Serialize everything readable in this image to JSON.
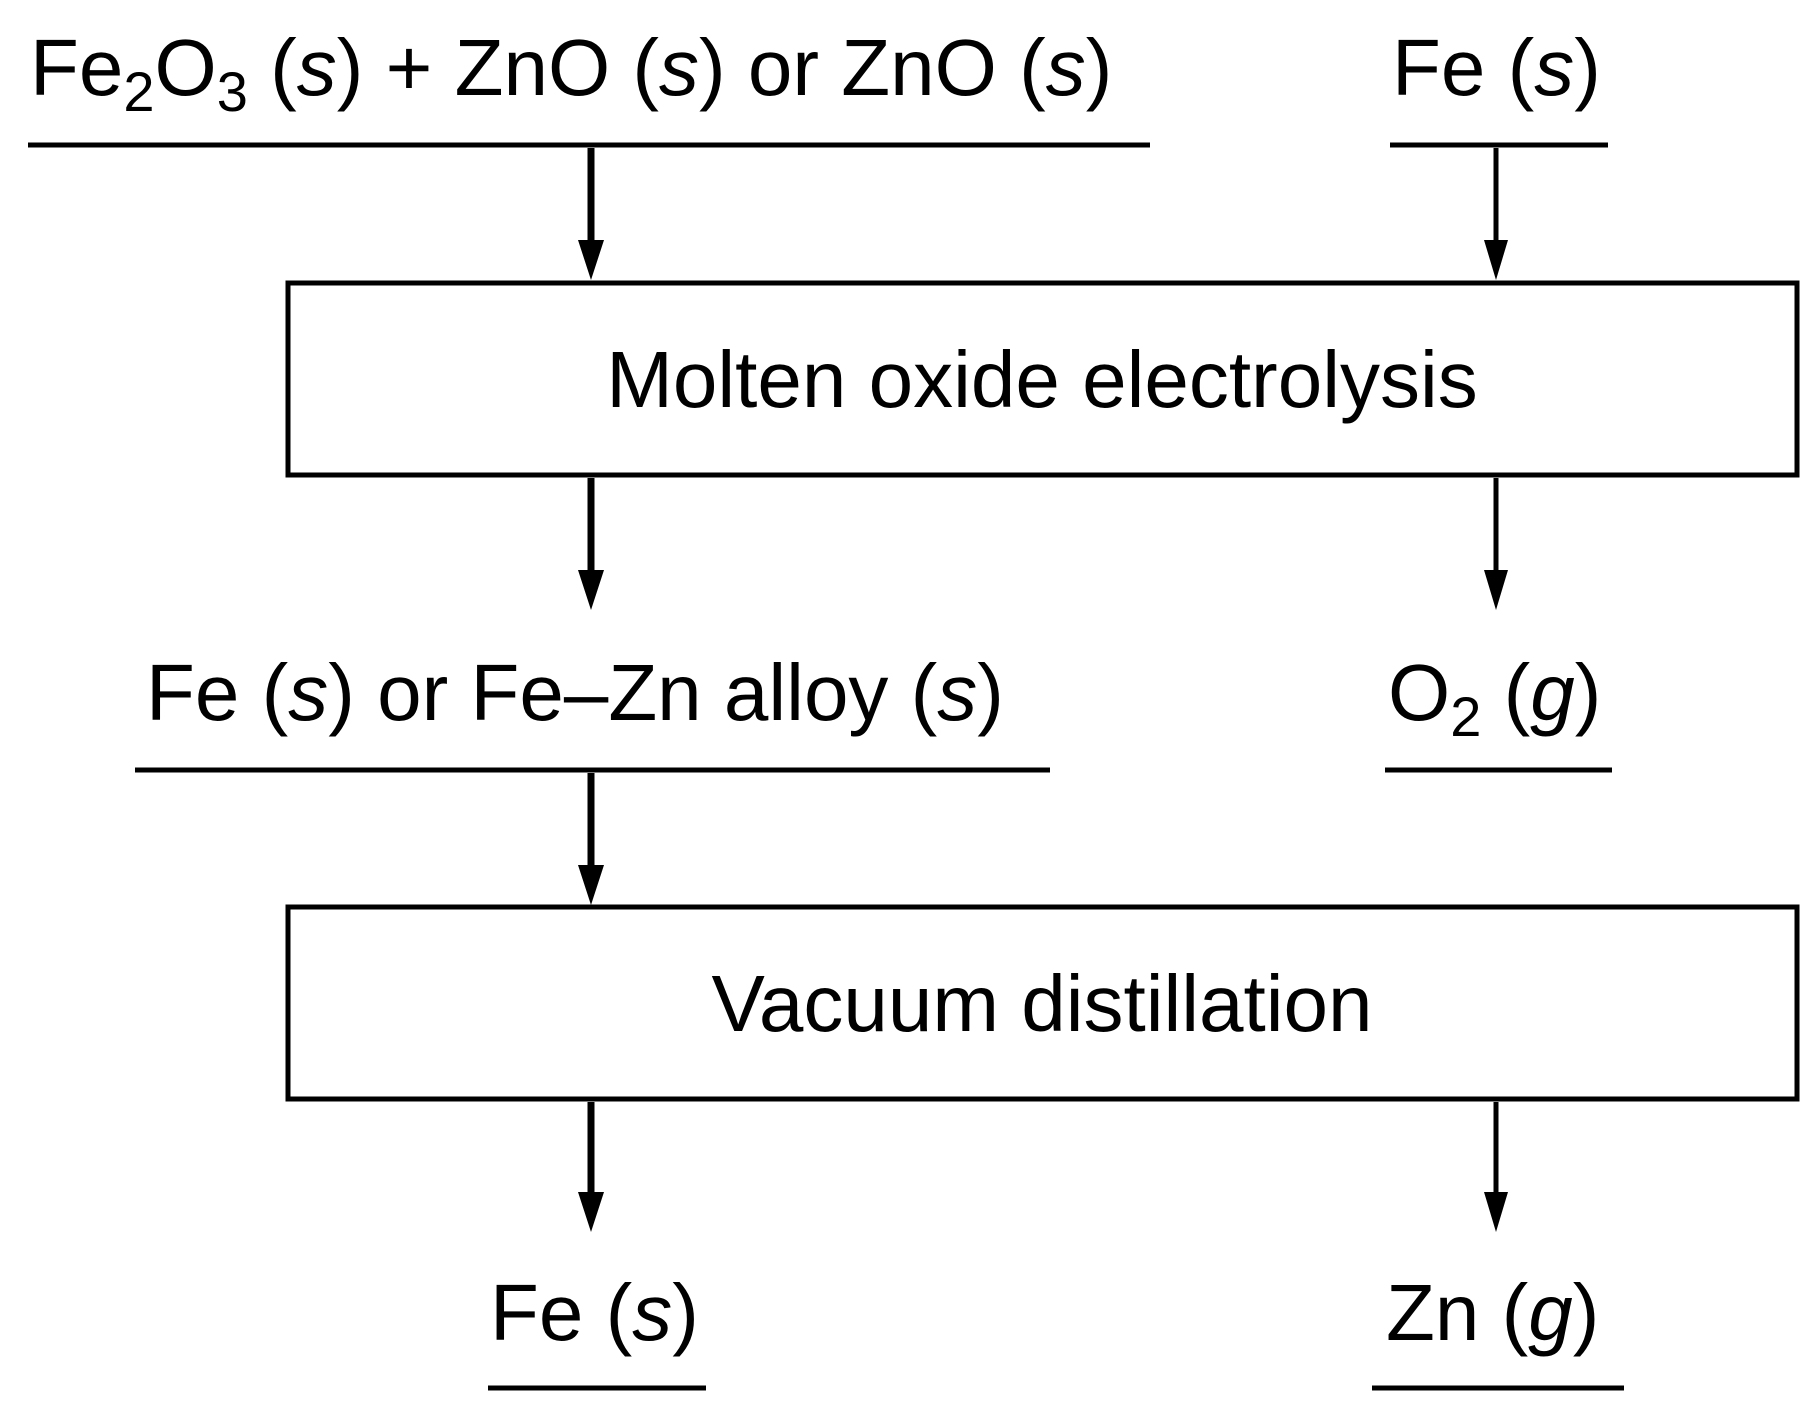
{
  "diagram": {
    "inputs": {
      "oxides": {
        "fe": "Fe",
        "fe_sub": "2",
        "o": "O",
        "o_sub": "3",
        "open1": " (",
        "s1": "s",
        "mid1": ") + ZnO (",
        "s2": "s",
        "mid2": ") or ZnO (",
        "s3": "s",
        "close": ")"
      },
      "iron": {
        "pre": "Fe (",
        "state": "s",
        "post": ")"
      }
    },
    "process1": {
      "label": "Molten oxide electrolysis"
    },
    "intermediates": {
      "alloy": {
        "pre1": "Fe (",
        "s1": "s",
        "mid": ") or Fe–Zn alloy (",
        "s2": "s",
        "post": ")"
      },
      "oxygen": {
        "o": "O",
        "o_sub": "2",
        "open": " (",
        "state": "g",
        "close": ")"
      }
    },
    "process2": {
      "label": "Vacuum distillation"
    },
    "outputs": {
      "iron": {
        "pre": "Fe (",
        "state": "s",
        "post": ")"
      },
      "zinc": {
        "pre": "Zn (",
        "state": "g",
        "post": ")"
      }
    }
  }
}
